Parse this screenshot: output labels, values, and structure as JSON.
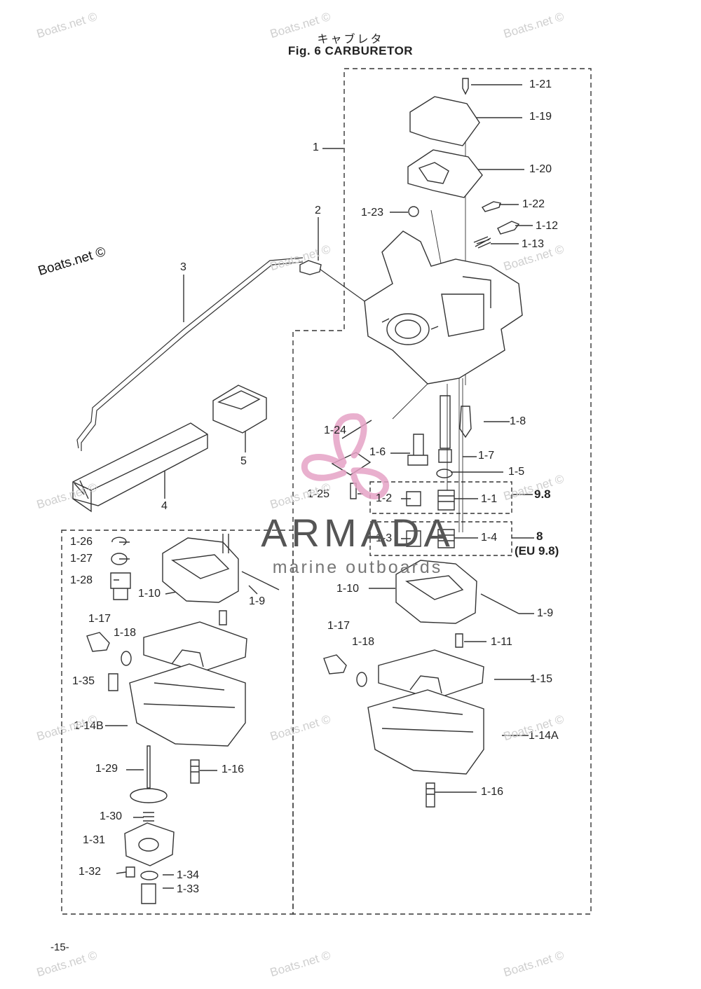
{
  "title_ja": "キャブレタ",
  "title_en": "Fig. 6  CARBURETOR",
  "page_number": "-15-",
  "watermark_text": "Boats.net ©",
  "watermark_dark_text": "Boats.net ©",
  "brand": {
    "name": "ARMADA",
    "tagline": "marine outboards",
    "accent_color": "#e6a3c6"
  },
  "labels": {
    "l1_21": "1-21",
    "l1_19": "1-19",
    "l1": "1",
    "l1_20": "1-20",
    "l1_22": "1-22",
    "l2": "2",
    "l1_23": "1-23",
    "l1_12": "1-12",
    "l1_13": "1-13",
    "l3": "3",
    "l1_8": "1-8",
    "l1_24": "1-24",
    "l1_6": "1-6",
    "l1_7": "1-7",
    "l5": "5",
    "l1_5": "1-5",
    "l1_25": "1-25",
    "l1_2": "1-2",
    "l1_1": "1-1",
    "l9_8": "9.8",
    "l4": "4",
    "l1_26": "1-26",
    "l1_3": "1-3",
    "l1_4": "1-4",
    "l8": "8",
    "leu": "(EU 9.8)",
    "l1_27": "1-27",
    "l1_28": "1-28",
    "l1_10a": "1-10",
    "l1_10b": "1-10",
    "l1_9a": "1-9",
    "l1_9b": "1-9",
    "l1_17a": "1-17",
    "l1_18a": "1-18",
    "l1_17b": "1-17",
    "l1_18b": "1-18",
    "l1_11": "1-11",
    "l1_35": "1-35",
    "l1_15": "1-15",
    "l1_14b": "1-14B",
    "l1_14a": "1-14A",
    "l1_29": "1-29",
    "l1_16a": "1-16",
    "l1_16b": "1-16",
    "l1_30": "1-30",
    "l1_31": "1-31",
    "l1_32": "1-32",
    "l1_34": "1-34",
    "l1_33": "1-33"
  }
}
